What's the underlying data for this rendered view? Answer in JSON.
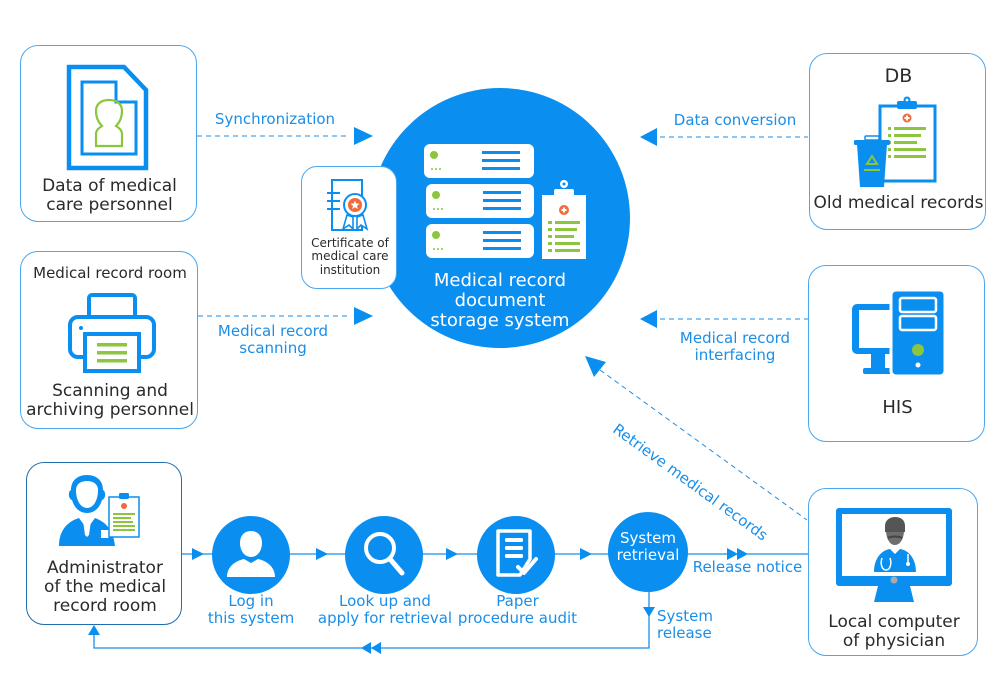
{
  "colors": {
    "primary_blue": "#0a8ff0",
    "line_blue": "#1a8ee8",
    "green": "#8cc63f",
    "orange": "#f26b3a",
    "box_border": "#4aa8f0",
    "text_dark": "#2a2a2a"
  },
  "center": {
    "title": "Medical record document storage system",
    "title_lines": [
      "Medical record",
      "document",
      "storage system"
    ],
    "icon": "server-stack-with-clipboard-icon"
  },
  "certificate": {
    "label_lines": [
      "Certificate of",
      "medical care",
      "institution"
    ],
    "icon": "certificate-ribbon-icon"
  },
  "sources": {
    "personnel_data": {
      "label_lines": [
        "Data of medical",
        "care personnel"
      ],
      "icon": "document-person-icon",
      "arrow_label": "Synchronization"
    },
    "record_room": {
      "header": "Medical record room",
      "label_lines": [
        "Scanning and",
        "archiving personnel"
      ],
      "icon": "printer-scanner-icon",
      "arrow_label_lines": [
        "Medical record",
        "scanning"
      ]
    },
    "old_records": {
      "header": "DB",
      "label": "Old medical records",
      "icon": "recycle-bin-clipboard-icon",
      "arrow_label": "Data conversion"
    },
    "his": {
      "label": "HIS",
      "icon": "desktop-computer-icon",
      "arrow_label_lines": [
        "Medical record",
        "interfacing"
      ]
    }
  },
  "retrieve_label": "Retrieve medical records",
  "flow": {
    "admin": {
      "label_lines": [
        "Administrator",
        "of the medical",
        "record room"
      ],
      "icon": "administrator-with-clipboard-icon"
    },
    "steps": [
      {
        "label_lines": [
          "Log in",
          "this system"
        ],
        "icon": "user-icon"
      },
      {
        "label_lines": [
          "Look up and",
          "apply for retrieval"
        ],
        "icon": "search-icon"
      },
      {
        "label_lines": [
          "Paper",
          "procedure audit"
        ],
        "icon": "document-check-icon"
      }
    ],
    "system_retrieval_lines": [
      "System",
      "retrieval"
    ],
    "release_notice": "Release notice",
    "system_release": "System release",
    "physician": {
      "label_lines": [
        "Local computer",
        "of physician"
      ],
      "icon": "monitor-doctor-icon"
    }
  }
}
